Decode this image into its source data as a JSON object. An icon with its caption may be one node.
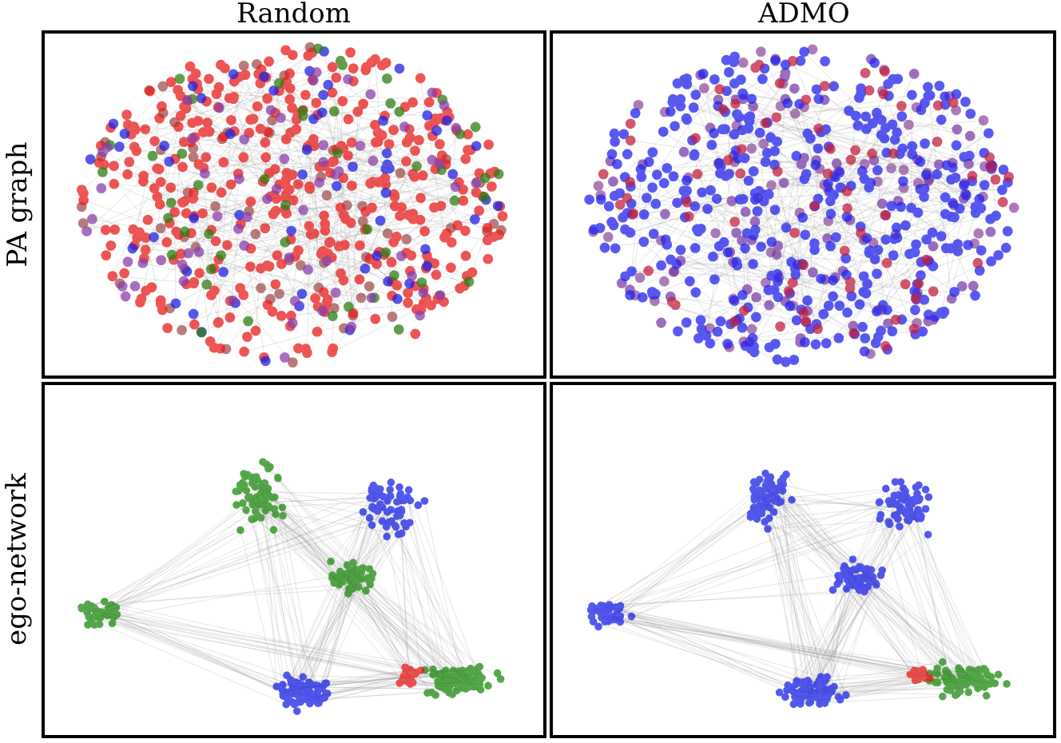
{
  "diagram": {
    "labels": [
      "Random",
      "ADMO",
      "PA graph",
      "ego-network"
    ]
  }
}
